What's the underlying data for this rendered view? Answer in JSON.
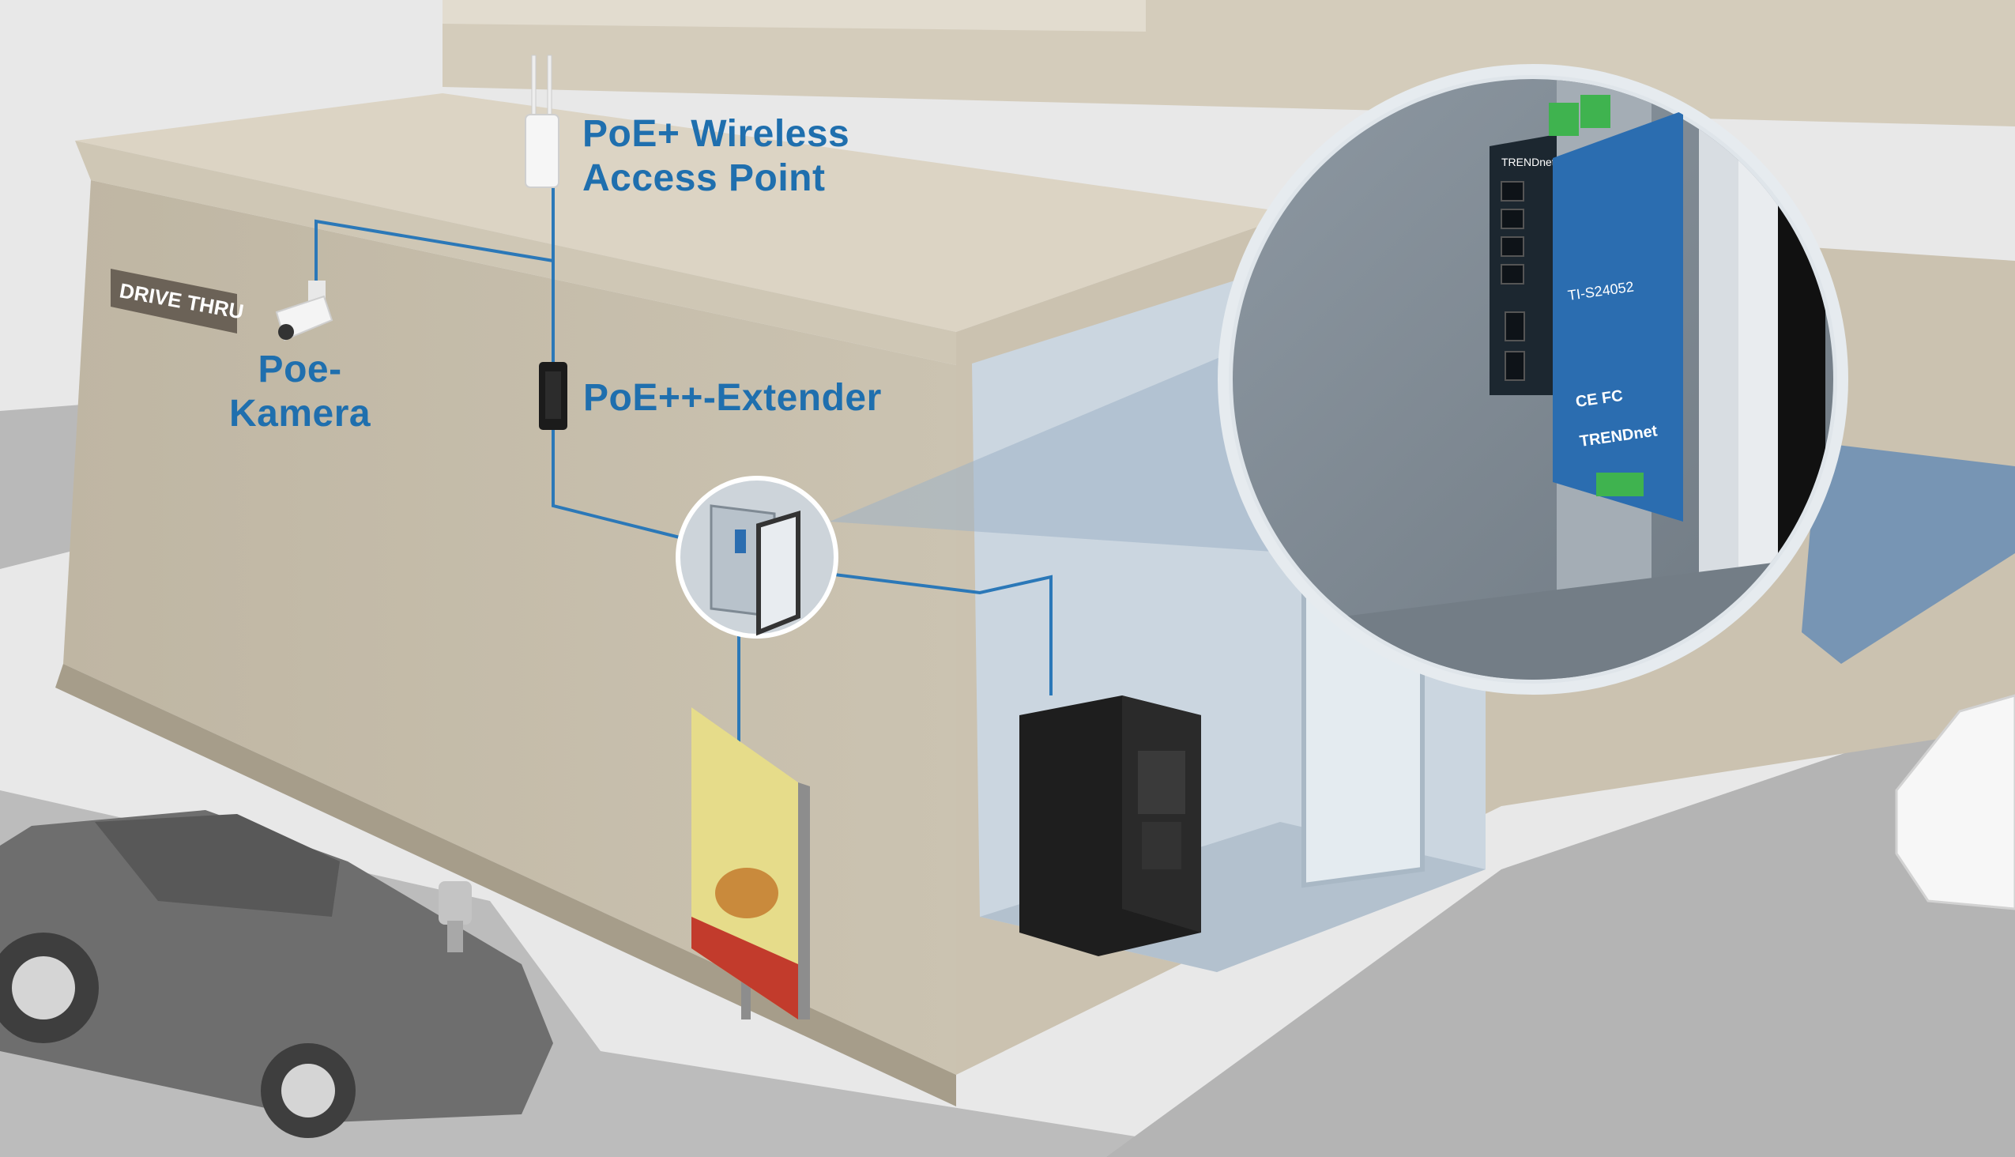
{
  "colors": {
    "label": "#1f6fae",
    "cable": "#2b78b8",
    "wall": "#c5bcaa",
    "wall_shadow": "#b1a894",
    "roof": "#d9d1c1",
    "ground": "#e8e8e8",
    "road": "#b7b7b7",
    "zoom_fill": "#7d8994",
    "zoom_ring": "#e6ebef",
    "switch": "#1c2730",
    "power_supply": "#2b6db0",
    "terminal": "#3fb34f"
  },
  "labels": {
    "access_point": [
      "PoE+ Wireless",
      "Access Point"
    ],
    "camera": [
      "Poe-",
      "Kamera"
    ],
    "extender": "PoE++-Extender"
  },
  "sign": {
    "text": "DRIVE THRU"
  },
  "zoom": {
    "switch_brand": "TRENDnet",
    "psu_model": "TI-S24052",
    "psu_brand": "TRENDnet",
    "psu_marks": "CE FC"
  },
  "icons": {
    "access_point": "wireless-access-point-icon",
    "camera": "bullet-camera-icon",
    "extender": "poe-extender-icon",
    "enclosure": "network-enclosure-icon",
    "rack": "server-rack-icon",
    "switch": "industrial-switch-icon",
    "power_supply": "din-rail-power-supply-icon"
  }
}
